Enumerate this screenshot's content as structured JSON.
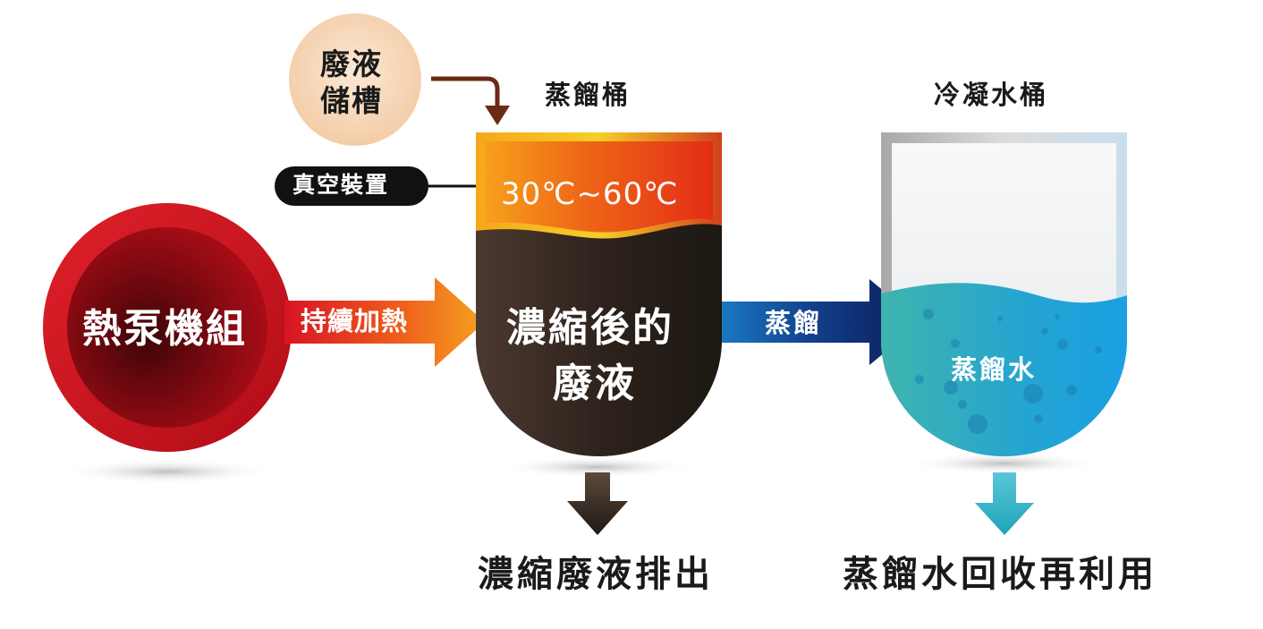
{
  "waste_tank": {
    "line1": "廢液",
    "line2": "儲槽"
  },
  "vacuum_device": "真空裝置",
  "distill_tank": {
    "title": "蒸餾桶",
    "temperature": "30℃~60℃",
    "content_line1": "濃縮後的",
    "content_line2": "廢液"
  },
  "heat_pump": "熱泵機組",
  "arrow_heating": "持續加熱",
  "arrow_distill": "蒸餾",
  "condensate_tank": {
    "title": "冷凝水桶",
    "content": "蒸餾水"
  },
  "output_concentrate": "濃縮廢液排出",
  "output_reuse": "蒸餾水回收再利用",
  "colors": {
    "heat_pump_red": "#c4111b",
    "waste_brown": "#3a2a22",
    "temp_orange": "#ec5a14",
    "water_blue": "#1fa4d8",
    "distill_arrow_navy": "#0e2a6b"
  }
}
